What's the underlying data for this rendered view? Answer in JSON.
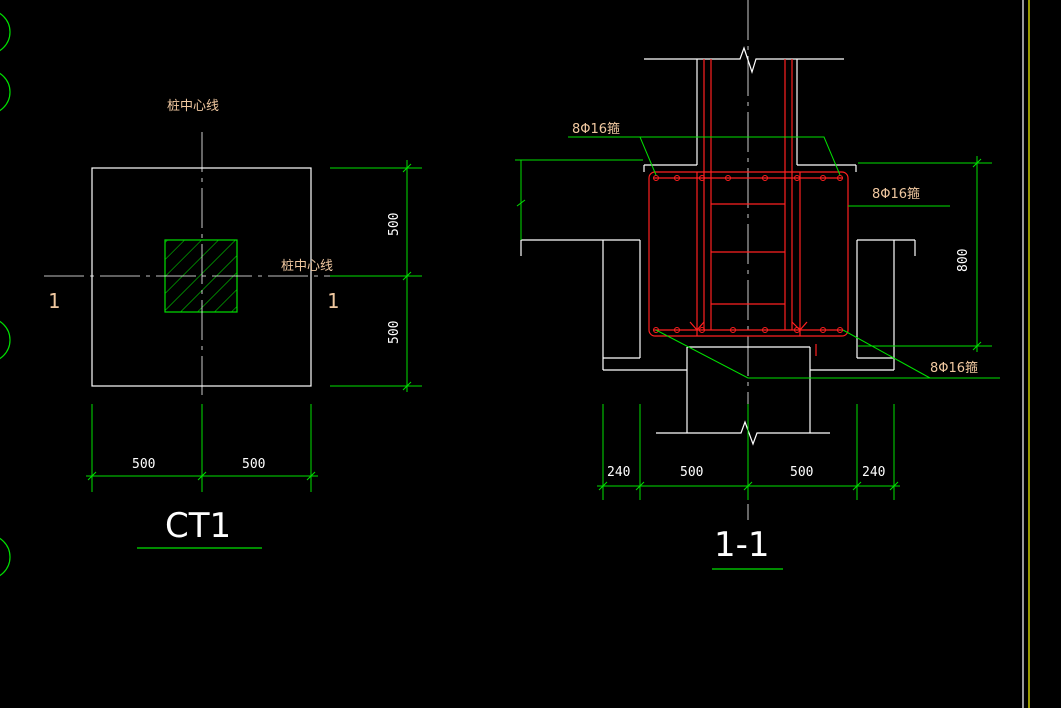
{
  "colors": {
    "background": "#000000",
    "outline": "#ffffff",
    "dimension": "#00e000",
    "rebar": "#ff2020",
    "text": "#f0c8a0"
  },
  "plan": {
    "pile_centerline_top": "桩中心线",
    "pile_centerline_right": "桩中心线",
    "section_mark_left": "1",
    "section_mark_right": "1",
    "dim_right_upper": "500",
    "dim_right_lower": "500",
    "dim_bottom_left": "500",
    "dim_bottom_right": "500",
    "title": "CT1"
  },
  "section": {
    "rebar_label_top": "8Φ16箍",
    "rebar_label_right": "8Φ16箍",
    "rebar_label_bottom": "8Φ16箍",
    "dim_height": "800",
    "dim_b1": "240",
    "dim_b2": "500",
    "dim_b3": "500",
    "dim_b4": "240",
    "title": "1-1"
  }
}
